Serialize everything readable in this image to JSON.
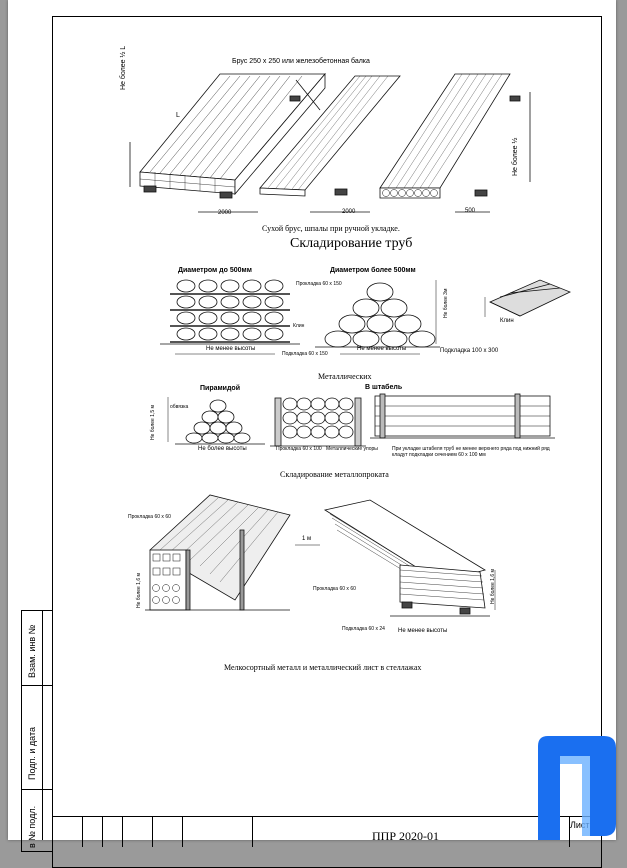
{
  "document": {
    "caption_beams_title": "Брус 250 х 250 или железобетонная балка",
    "label_half_l_left": "Не более ½ L",
    "label_half_l_right": "Не более ½",
    "label_L": "L",
    "dim_2000_a": "2000",
    "dim_2000_b": "2000",
    "dim_500": "500",
    "caption_sleepers": "Сухой брус, шпалы при ручной укладке.",
    "heading_pipes": "Складирование труб",
    "label_dia_upto": "Диаметром до 500мм",
    "label_dia_over": "Диаметром более 500мм",
    "label_gasket_top": "Прокладка 60 х 150",
    "label_wedge": "Клин",
    "label_not_less_height_1": "Не менее высоты",
    "label_pad_1": "Подкладка 60 х 150",
    "label_not_less_height_2": "Не менее высоты",
    "label_pad_2": "Подкладка 100 х 300",
    "label_not_over_3m": "Не более 3м",
    "label_klin": "Клин",
    "heading_metal": "Металлических",
    "label_pyramid": "Пирамидой",
    "label_stack": "В штабель",
    "label_not_over_15": "Не более 1,5 м",
    "label_obrez": "обвязка",
    "label_not_less_height_3": "Не более высоты",
    "label_gasket_3": "Прокладка 60 х 100",
    "label_angle_stop": "Металлические упоры",
    "label_note_stack": "При укладке штабеля труб не менее верхнего ряда под нижний ряд кладут подкладки сечением 60 х 100 мм",
    "caption_rolled": "Складирование металлопроката",
    "label_gasket_4": "Прокладка 60 х 60",
    "label_1m": "1 м",
    "label_not_over_16_left": "Не более 1,6 м",
    "label_gasket_5": "Прокладка 60 х 60",
    "label_pad_5": "Подкладка 60 х 24",
    "label_not_less_height_4": "Не менее высоты",
    "label_not_over_16_right": "Не более 1,6 м",
    "caption_bottom": "Мелкосортный металл и металлический лист в стеллажах",
    "side_label_1": "Взам. инв №",
    "side_label_2": "Подп. и дата",
    "side_label_3": "в № подл.",
    "doc_code": "ППР 2020-01",
    "sheet_label": "Лист"
  },
  "colors": {
    "ink": "#111111",
    "page": "#ffffff",
    "background": "#9a9a9a",
    "logo_blue": "#1a6ff0"
  }
}
